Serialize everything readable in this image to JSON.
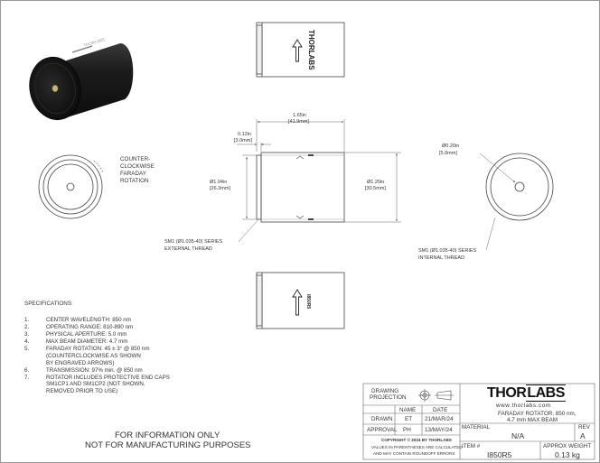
{
  "notes": {
    "ccw": [
      "COUNTER-",
      "CLOCKWISE",
      "FARADAY",
      "ROTATION"
    ],
    "disclaimer": [
      "FOR INFORMATION ONLY",
      "NOT FOR MANUFACTURING PURPOSES"
    ]
  },
  "engraving": {
    "brand": "THORLABS",
    "back": "I850R5"
  },
  "dimensions": {
    "length_in": "1.65in",
    "length_mm": "[41.9mm]",
    "step_in": "0.12in",
    "step_mm": "[3.0mm]",
    "dia_left_in": "Ø1.04in",
    "dia_left_mm": "[26.3mm]",
    "dia_body_in": "Ø1.20in",
    "dia_body_mm": "[30.5mm]",
    "aperture_in": "Ø0.20in",
    "aperture_mm": "[5.0mm]",
    "ext_thread": [
      "SM1 (Ø1.035-40) SERIES",
      "EXTERNAL THREAD"
    ],
    "int_thread": [
      "SM1 (Ø1.035-40) SERIES",
      "INTERNAL THREAD"
    ]
  },
  "specifications": {
    "title": "SPECIFICATIONS:",
    "items": [
      {
        "num": "1.",
        "text": "CENTER WAVELENGTH: 850 nm"
      },
      {
        "num": "2.",
        "text": "OPERATING RANGE: 810-890 nm"
      },
      {
        "num": "3.",
        "text": "PHYSICAL APERTURE: 5.0 mm"
      },
      {
        "num": "4.",
        "text": "MAX BEAM DIAMETER: 4.7 mm"
      },
      {
        "num": "5.",
        "text": "FARADAY ROTATION: 45 ± 3° @ 850 nm"
      },
      {
        "num": "",
        "text": "(COUNTERCLOCKWISE AS SHOWN"
      },
      {
        "num": "",
        "text": "BY ENGRAVED ARROWS)"
      },
      {
        "num": "6.",
        "text": "TRANSMISSION: 97% min. @ 850 nm"
      },
      {
        "num": "7.",
        "text": "ROTATOR INCLUDES PROTECTIVE END CAPS"
      },
      {
        "num": "",
        "text": "SM1CP1 AND SM1CP2 (NOT SHOWN,"
      },
      {
        "num": "",
        "text": "REMOVED PRIOR TO USE)"
      }
    ]
  },
  "title_block": {
    "drawing_projection": [
      "DRAWING",
      "PROJECTION"
    ],
    "logo": {
      "thor": "THOR",
      "labs": "LABS",
      "url": "www.thorlabs.com"
    },
    "description": [
      "FARADAY ROTATOR, 850 nm,",
      "4.7 mm MAX BEAM"
    ],
    "headers": {
      "name": "NAME",
      "date": "DATE"
    },
    "rows": [
      {
        "label": "DRAWN",
        "name": "ET",
        "date": "21/MAR/24"
      },
      {
        "label": "APPROVAL",
        "name": "PH",
        "date": "13/MAY/24"
      }
    ],
    "copyright": "COPYRIGHT © 2024 BY THORLABS",
    "values_note": [
      "VALUES IN PARENTHESES ARE CALCULATED",
      "AND MAY CONTAIN ROUNDOFF ERRORS"
    ],
    "material_label": "MATERIAL",
    "material_value": "N/A",
    "rev_label": "REV",
    "rev_value": "A",
    "item_label": "ITEM #",
    "item_value": "I850R5",
    "weight_label": "APPROX WEIGHT",
    "weight_value": "0.13 kg"
  }
}
